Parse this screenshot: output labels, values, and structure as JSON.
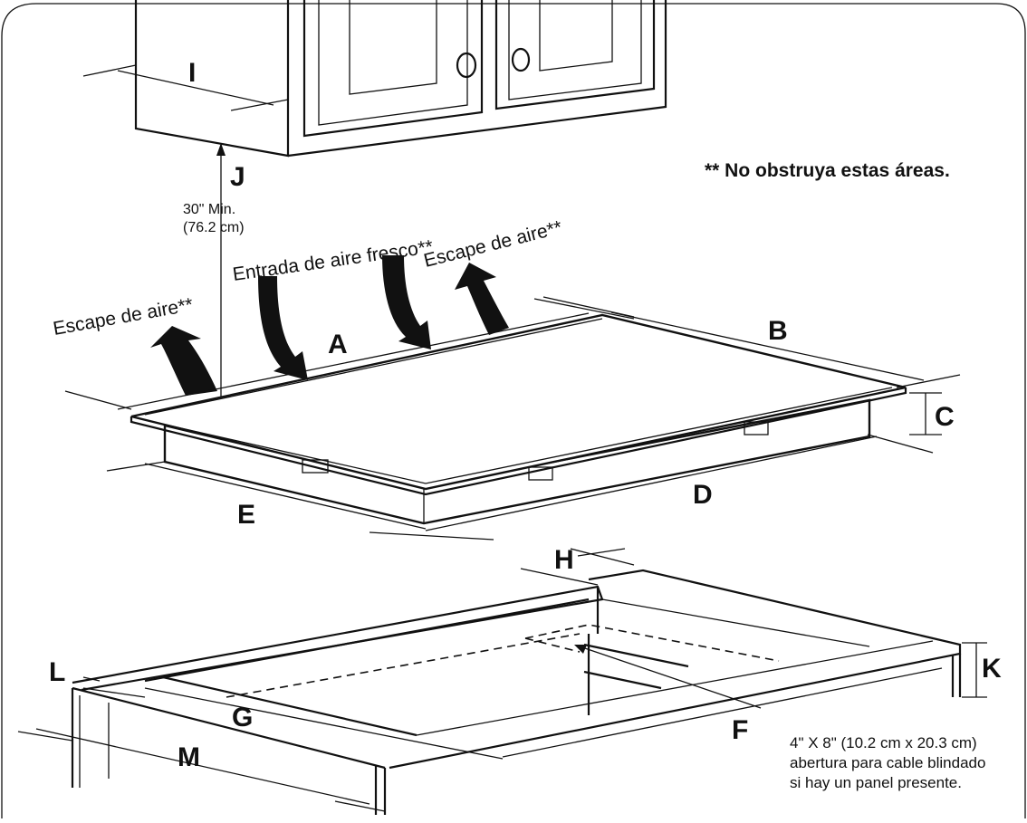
{
  "labels": {
    "A": "A",
    "B": "B",
    "C": "C",
    "D": "D",
    "E": "E",
    "F": "F",
    "G": "G",
    "H": "H",
    "I": "I",
    "J": "J",
    "K": "K",
    "L": "L",
    "M": "M"
  },
  "clearance": {
    "line1": "30\" Min.",
    "line2": "(76.2 cm)"
  },
  "airflow": {
    "exhaust_left": "Escape de aire**",
    "intake": "Entrada de aire fresco**",
    "exhaust_right": "Escape de aire**"
  },
  "notice": "** No obstruya estas áreas.",
  "opening_note": {
    "line1": "4\" X 8\" (10.2 cm x 20.3 cm)",
    "line2": "abertura para cable blindado",
    "line3": "si hay un panel presente."
  }
}
